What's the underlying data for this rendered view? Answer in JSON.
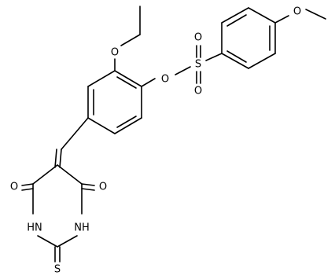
{
  "structure": {
    "atom_labels": {
      "o_ethoxy": "O",
      "o_ester": "O",
      "s_sulfonyl": "S",
      "o_sulfonyl_top": "O",
      "o_sulfonyl_bottom": "O",
      "o_methoxy": "O",
      "o_carbonyl_left": "O",
      "o_carbonyl_right": "O",
      "nh_left": "HN",
      "nh_right": "NH",
      "s_thioxo": "S"
    }
  }
}
